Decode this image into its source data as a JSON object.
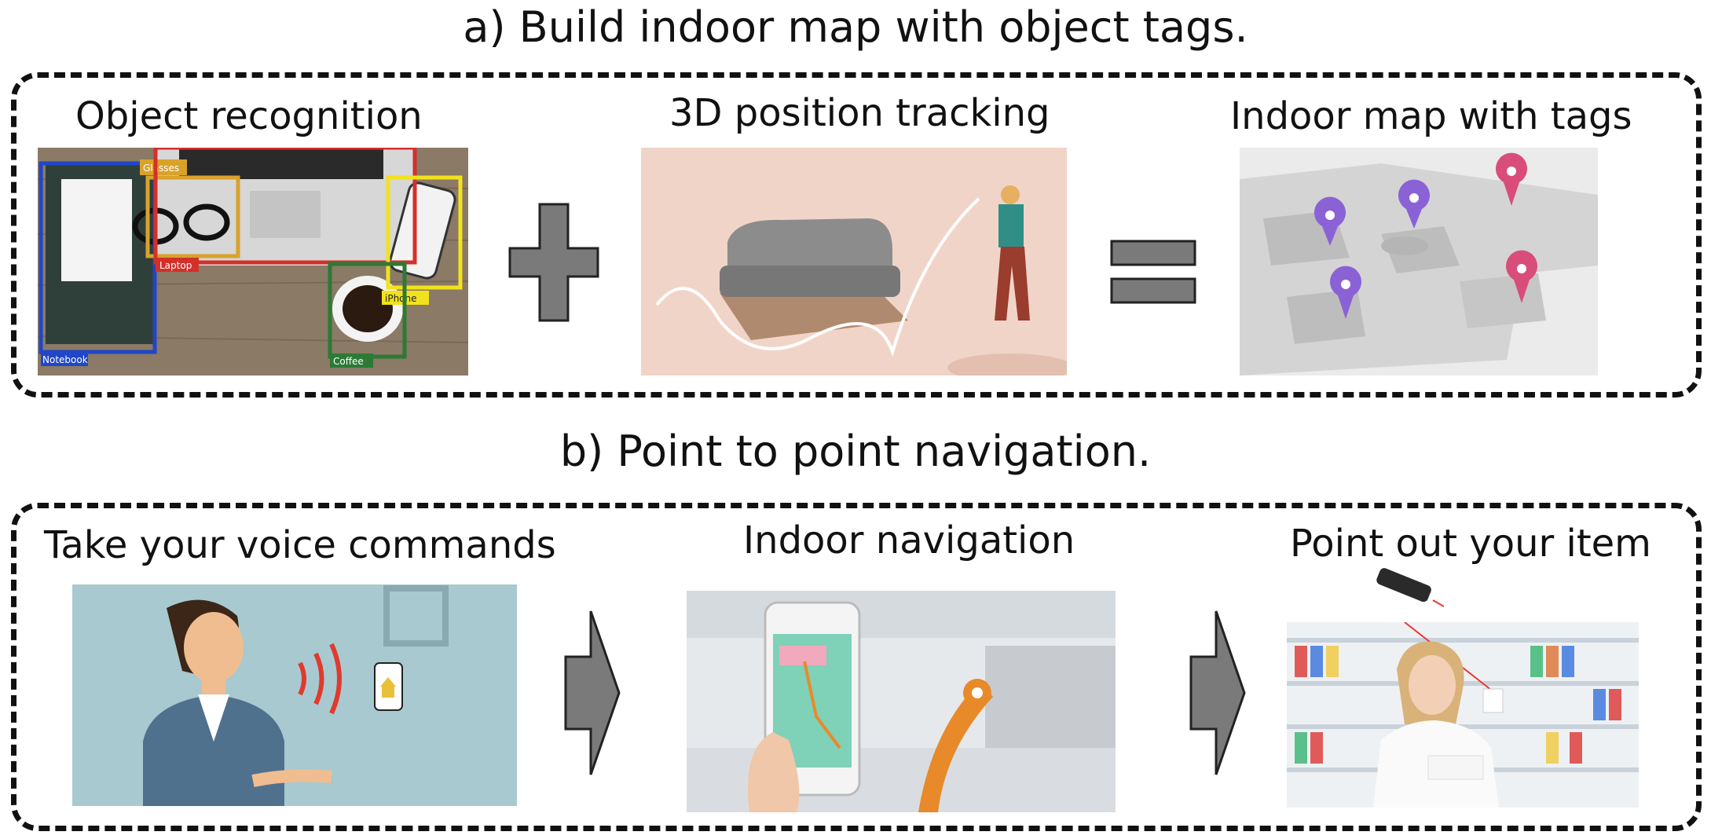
{
  "section_a": {
    "title": "a) Build indoor map with object tags.",
    "items": [
      {
        "label": "Object recognition",
        "detections": [
          {
            "name": "Notebook",
            "color": "#2146c7"
          },
          {
            "name": "Glasses",
            "color": "#d9a22a"
          },
          {
            "name": "Laptop",
            "color": "#d3302a"
          },
          {
            "name": "iPhone",
            "color": "#f2e21c"
          },
          {
            "name": "Coffee",
            "color": "#2c7a35"
          }
        ]
      },
      {
        "label": "3D position tracking"
      },
      {
        "label": "Indoor map with tags"
      }
    ],
    "operators": [
      "plus",
      "equals"
    ]
  },
  "section_b": {
    "title": "b) Point to point navigation.",
    "items": [
      {
        "label": "Take your voice commands"
      },
      {
        "label": "Indoor navigation"
      },
      {
        "label": "Point out your item"
      }
    ],
    "connectors": [
      "arrow",
      "arrow"
    ]
  },
  "colors": {
    "border": "#111111",
    "operator_fill": "#7a7a7a",
    "map_pin_purple": "#8a62d6",
    "map_pin_pink": "#d94d7a"
  }
}
